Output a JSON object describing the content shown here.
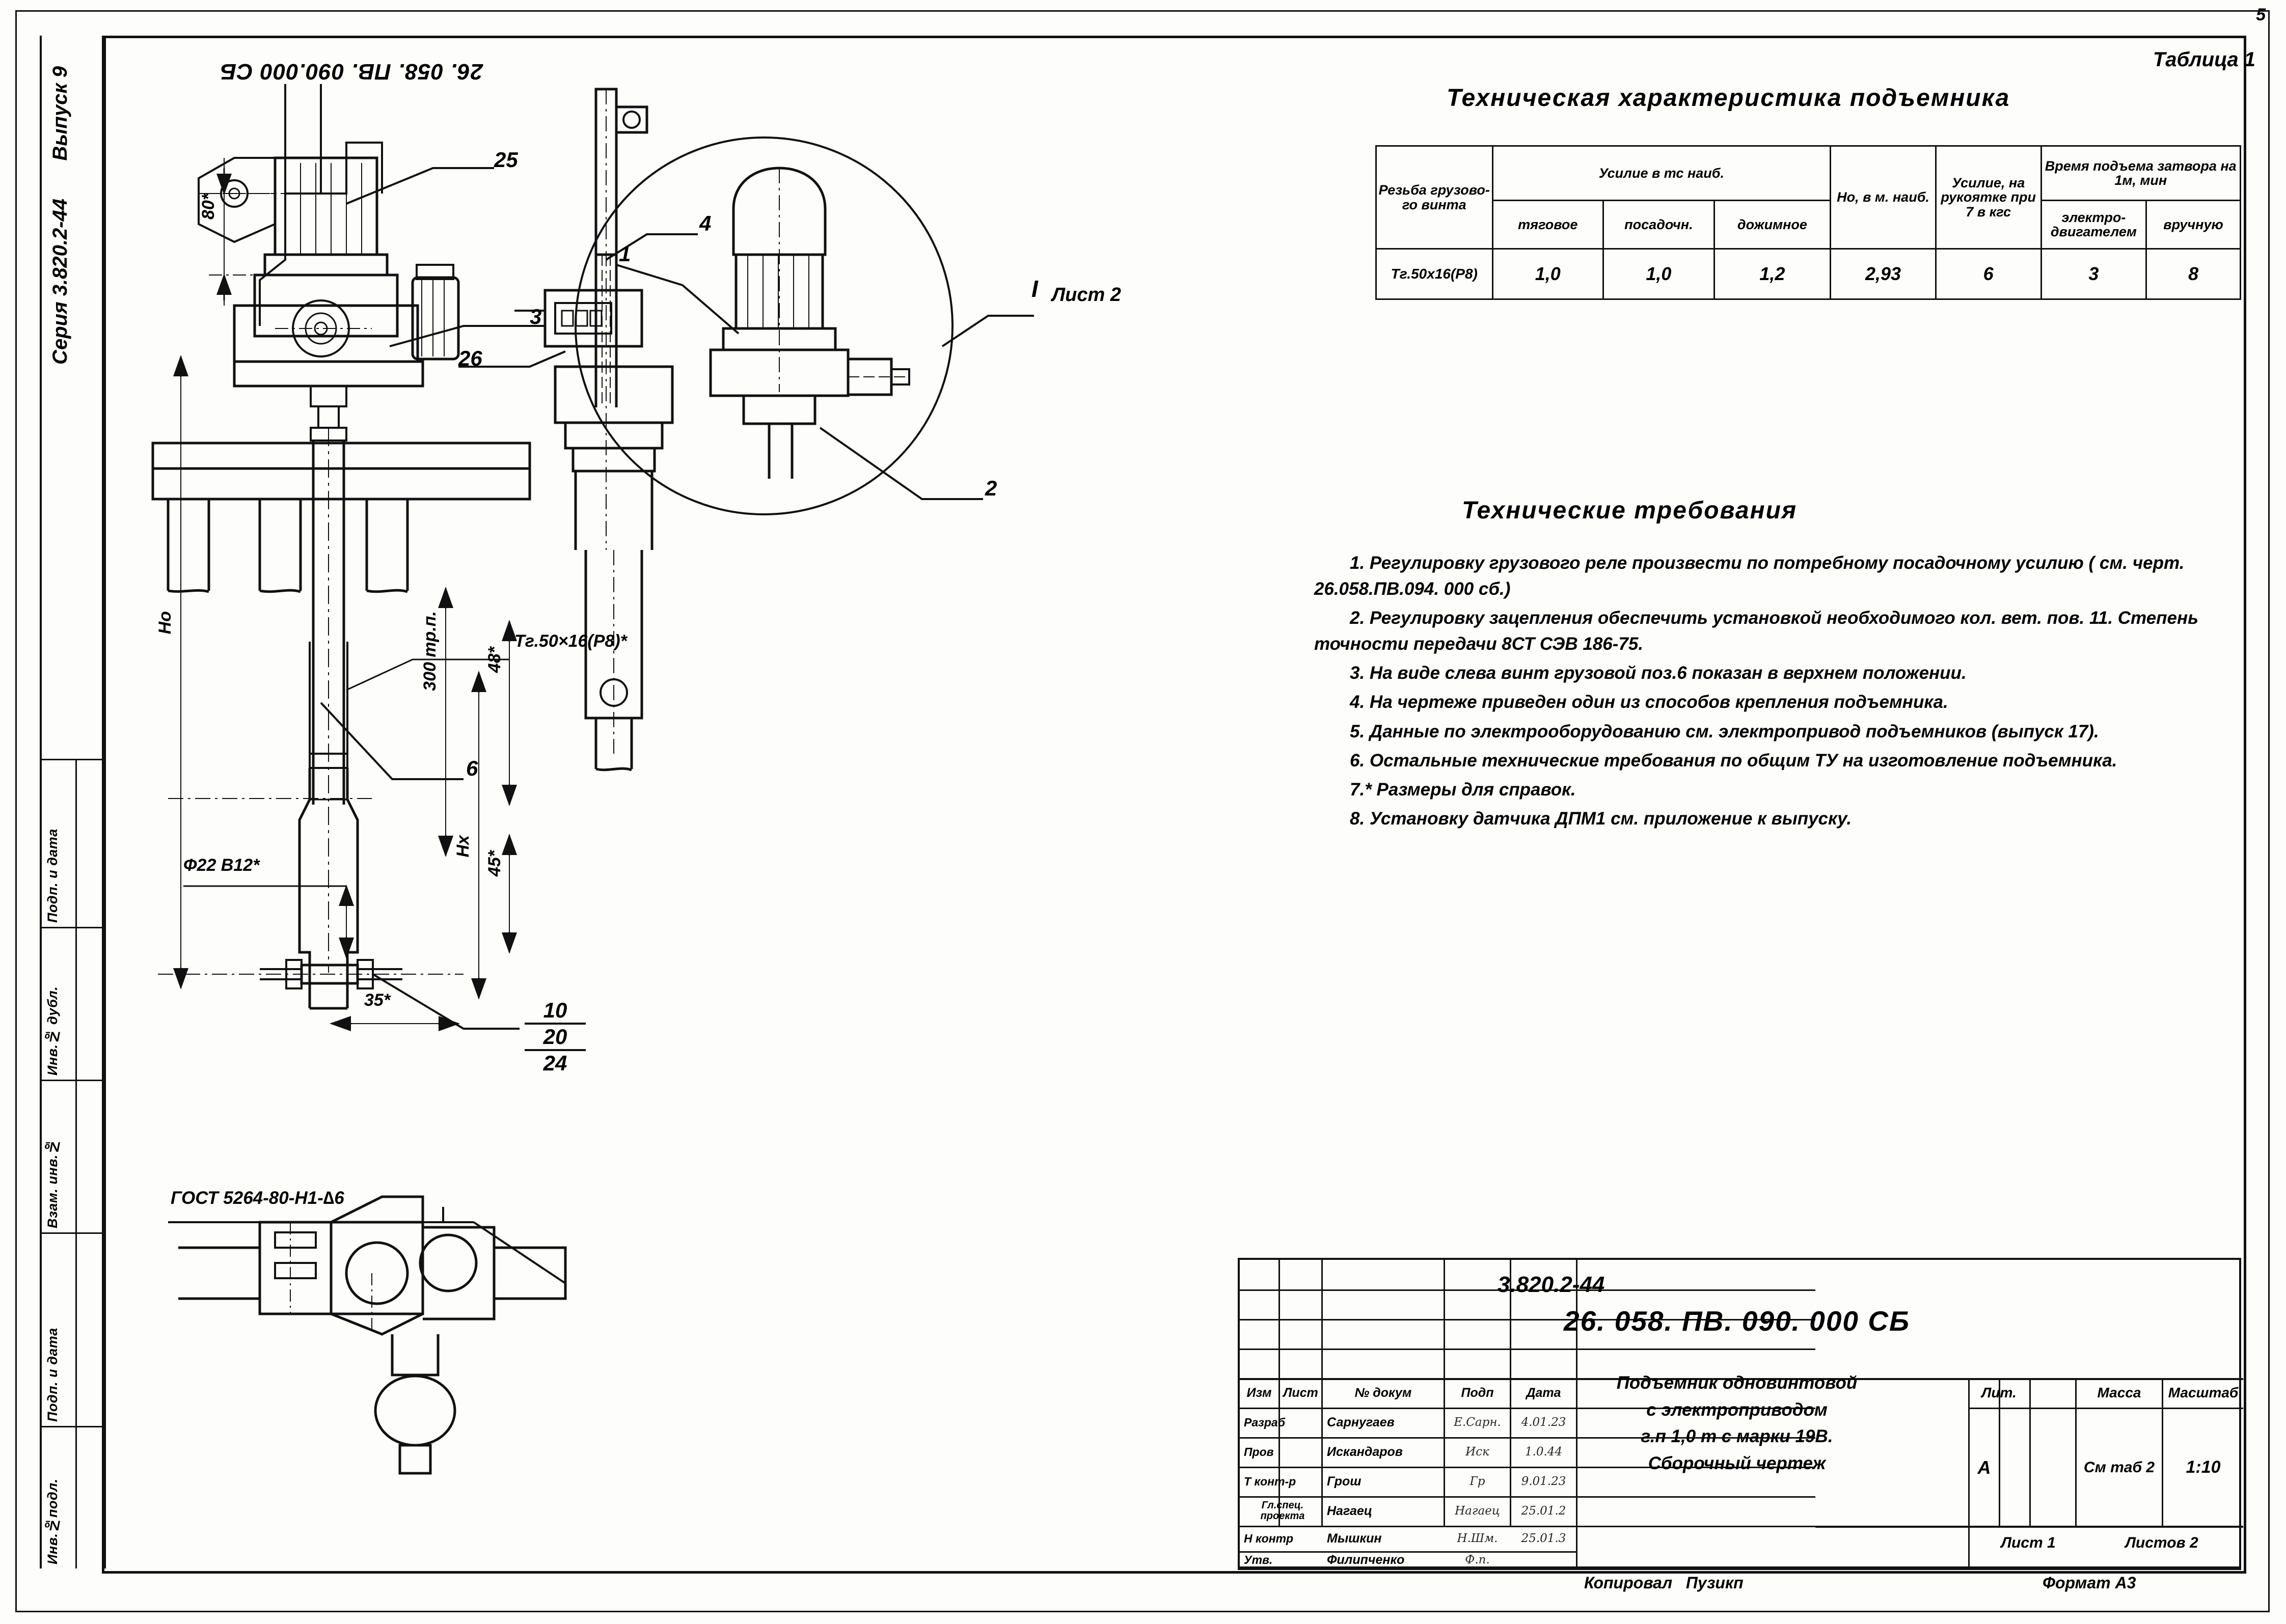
{
  "sheet": {
    "page_number": "5",
    "drawing_number_rotated": "26. 058. ПВ. 090.000 СБ",
    "format": "Формат А3",
    "copied_by_label": "Копировал",
    "copied_by_name": "Пузикп"
  },
  "left_margin": {
    "series": "Серия 3.820.2-44",
    "issue": "Выпуск 9",
    "blocks": [
      "Подп. и дата",
      "Инв.№ дубл.",
      "Взам. инв.№",
      "Подп. и дата",
      "Инв.№подл."
    ]
  },
  "table1": {
    "caption": "Таблица 1",
    "title": "Техническая   характеристика  подъемника",
    "headers": {
      "thread": "Резьба грузово- го винта",
      "force_group": "Усилие в тс  наиб.",
      "force_sub": [
        "тяговое",
        "посадочн.",
        "дожимное"
      ],
      "height": "Но, в м. наиб.",
      "handle_force": "Усилие, на рукоятке при 7 в кгс",
      "time_group": "Время подъема затвора на 1м, мин",
      "time_sub": [
        "электро- двигателем",
        "вручную"
      ]
    },
    "row": {
      "thread": "Тг.50х16(Р8)",
      "traction": "1,0",
      "seating": "1,0",
      "pressing": "1,2",
      "height": "2,93",
      "handle_force": "6",
      "time_motor": "3",
      "time_manual": "8"
    }
  },
  "tech_req": {
    "title": "Технические   требования",
    "items": [
      "1.  Регулировку  грузового реле  произвести  по потребному посадочному  усилию ( см. черт. 26.058.ПВ.094. 000 сб.)",
      "2.  Регулировку зацепления обеспечить установкой необходимого кол. вет. пов. 11. Степень точности передачи 8СТ  СЭВ 186-75.",
      "3.  На виде слева винт грузовой поз.6  показан в верхнем  положении.",
      "4.  На чертеже приведен один из способов  крепления подъемника.",
      "5.  Данные  по электрооборудованию  см.  электропривод подъемников (выпуск 17).",
      "6.  Остальные технические требования по общим ТУ на изготовление подъемника.",
      "7.* Размеры для справок.",
      "8.  Установку датчика ДПМ1 см. приложение к выпуску."
    ]
  },
  "stamp": {
    "columns": [
      "Изм",
      "Лист",
      "№ докум",
      "Подп",
      "Дата"
    ],
    "rows": [
      {
        "role": "Разраб",
        "name": "Сарнугаев",
        "sign": "Е.Сарн.",
        "date": "4.01.23"
      },
      {
        "role": "Пров",
        "name": "Искандаров",
        "sign": "Иск",
        "date": "1.0.44"
      },
      {
        "role": "Т конт-р",
        "name": "Грош",
        "sign": "Гр",
        "date": "9.01.23"
      },
      {
        "role": "Гл.спец. проекта",
        "name": "Нагаец",
        "sign": "Нагаец",
        "date": "25.01.2"
      },
      {
        "role": "Н контр",
        "name": "Мышкин",
        "sign": "Н.Шм.",
        "date": "25.01.3"
      },
      {
        "role": "Утв.",
        "name": "Филипченко",
        "sign": "Ф.п.",
        "date": ""
      }
    ],
    "code_series": "3.820.2-44",
    "code_main": "26. 058. ПВ. 090. 000 СБ",
    "object_name": [
      "Подъемник одновинтовой",
      "с электроприводом",
      "г.п 1,0 т с   марки 19В.",
      "Сборочный   чертеж"
    ],
    "lit_label": "Лит.",
    "mass_label": "Масса",
    "scale_label": "Масштаб",
    "lit_value": "А",
    "mass_value": "См таб 2",
    "scale_value": "1:10",
    "sheet_label": "Лист 1",
    "sheets_label": "Листов 2"
  },
  "drawing": {
    "callouts": [
      "25",
      "26",
      "3",
      "1",
      "4",
      "2",
      "6",
      "10",
      "20",
      "24"
    ],
    "section_mark": "I",
    "section_sheet": "Лист 2",
    "dimensions": {
      "d80": "80*",
      "d300": "300 тр.п.",
      "d48": "48*",
      "d45": "45*",
      "thread": "Тг.50×16(Р8)*",
      "shaft": "Ф22 В12*",
      "d35": "35*",
      "Ho": "Но",
      "Hx": "Нх"
    },
    "weld_note": "ГОСТ 5264-80-Н1-∆6"
  }
}
